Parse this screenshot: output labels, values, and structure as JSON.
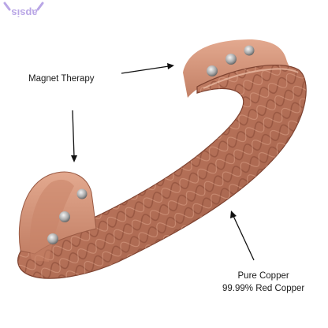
{
  "image": {
    "subject": "copper-bracelet",
    "background_color": "#ffffff",
    "copper_color": "#b86b4f"
  },
  "annotations": {
    "magnet_label": "Magnet Therapy",
    "copper_line1": "Pure Copper",
    "copper_line2": "99.99% Red Copper"
  },
  "watermark": {
    "color": "#b9a6e6"
  }
}
